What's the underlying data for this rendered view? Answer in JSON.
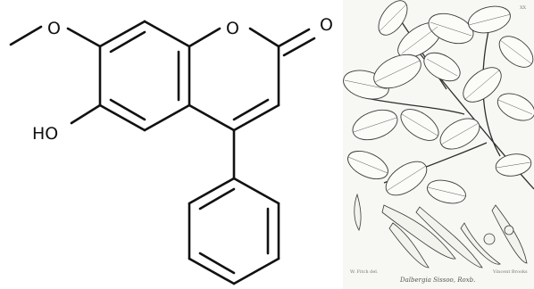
{
  "structure": {
    "atoms": {
      "methoxy_oxygen": "O",
      "ring_oxygen": "O",
      "carbonyl_oxygen": "O",
      "hydroxyl": "HO"
    }
  },
  "illustration": {
    "caption": "Dalbergia Sissoo, Roxb.",
    "plate_number": "XX",
    "artist_credit": "W. Fitch del.",
    "printer_credit": "Vincent Brooks"
  }
}
